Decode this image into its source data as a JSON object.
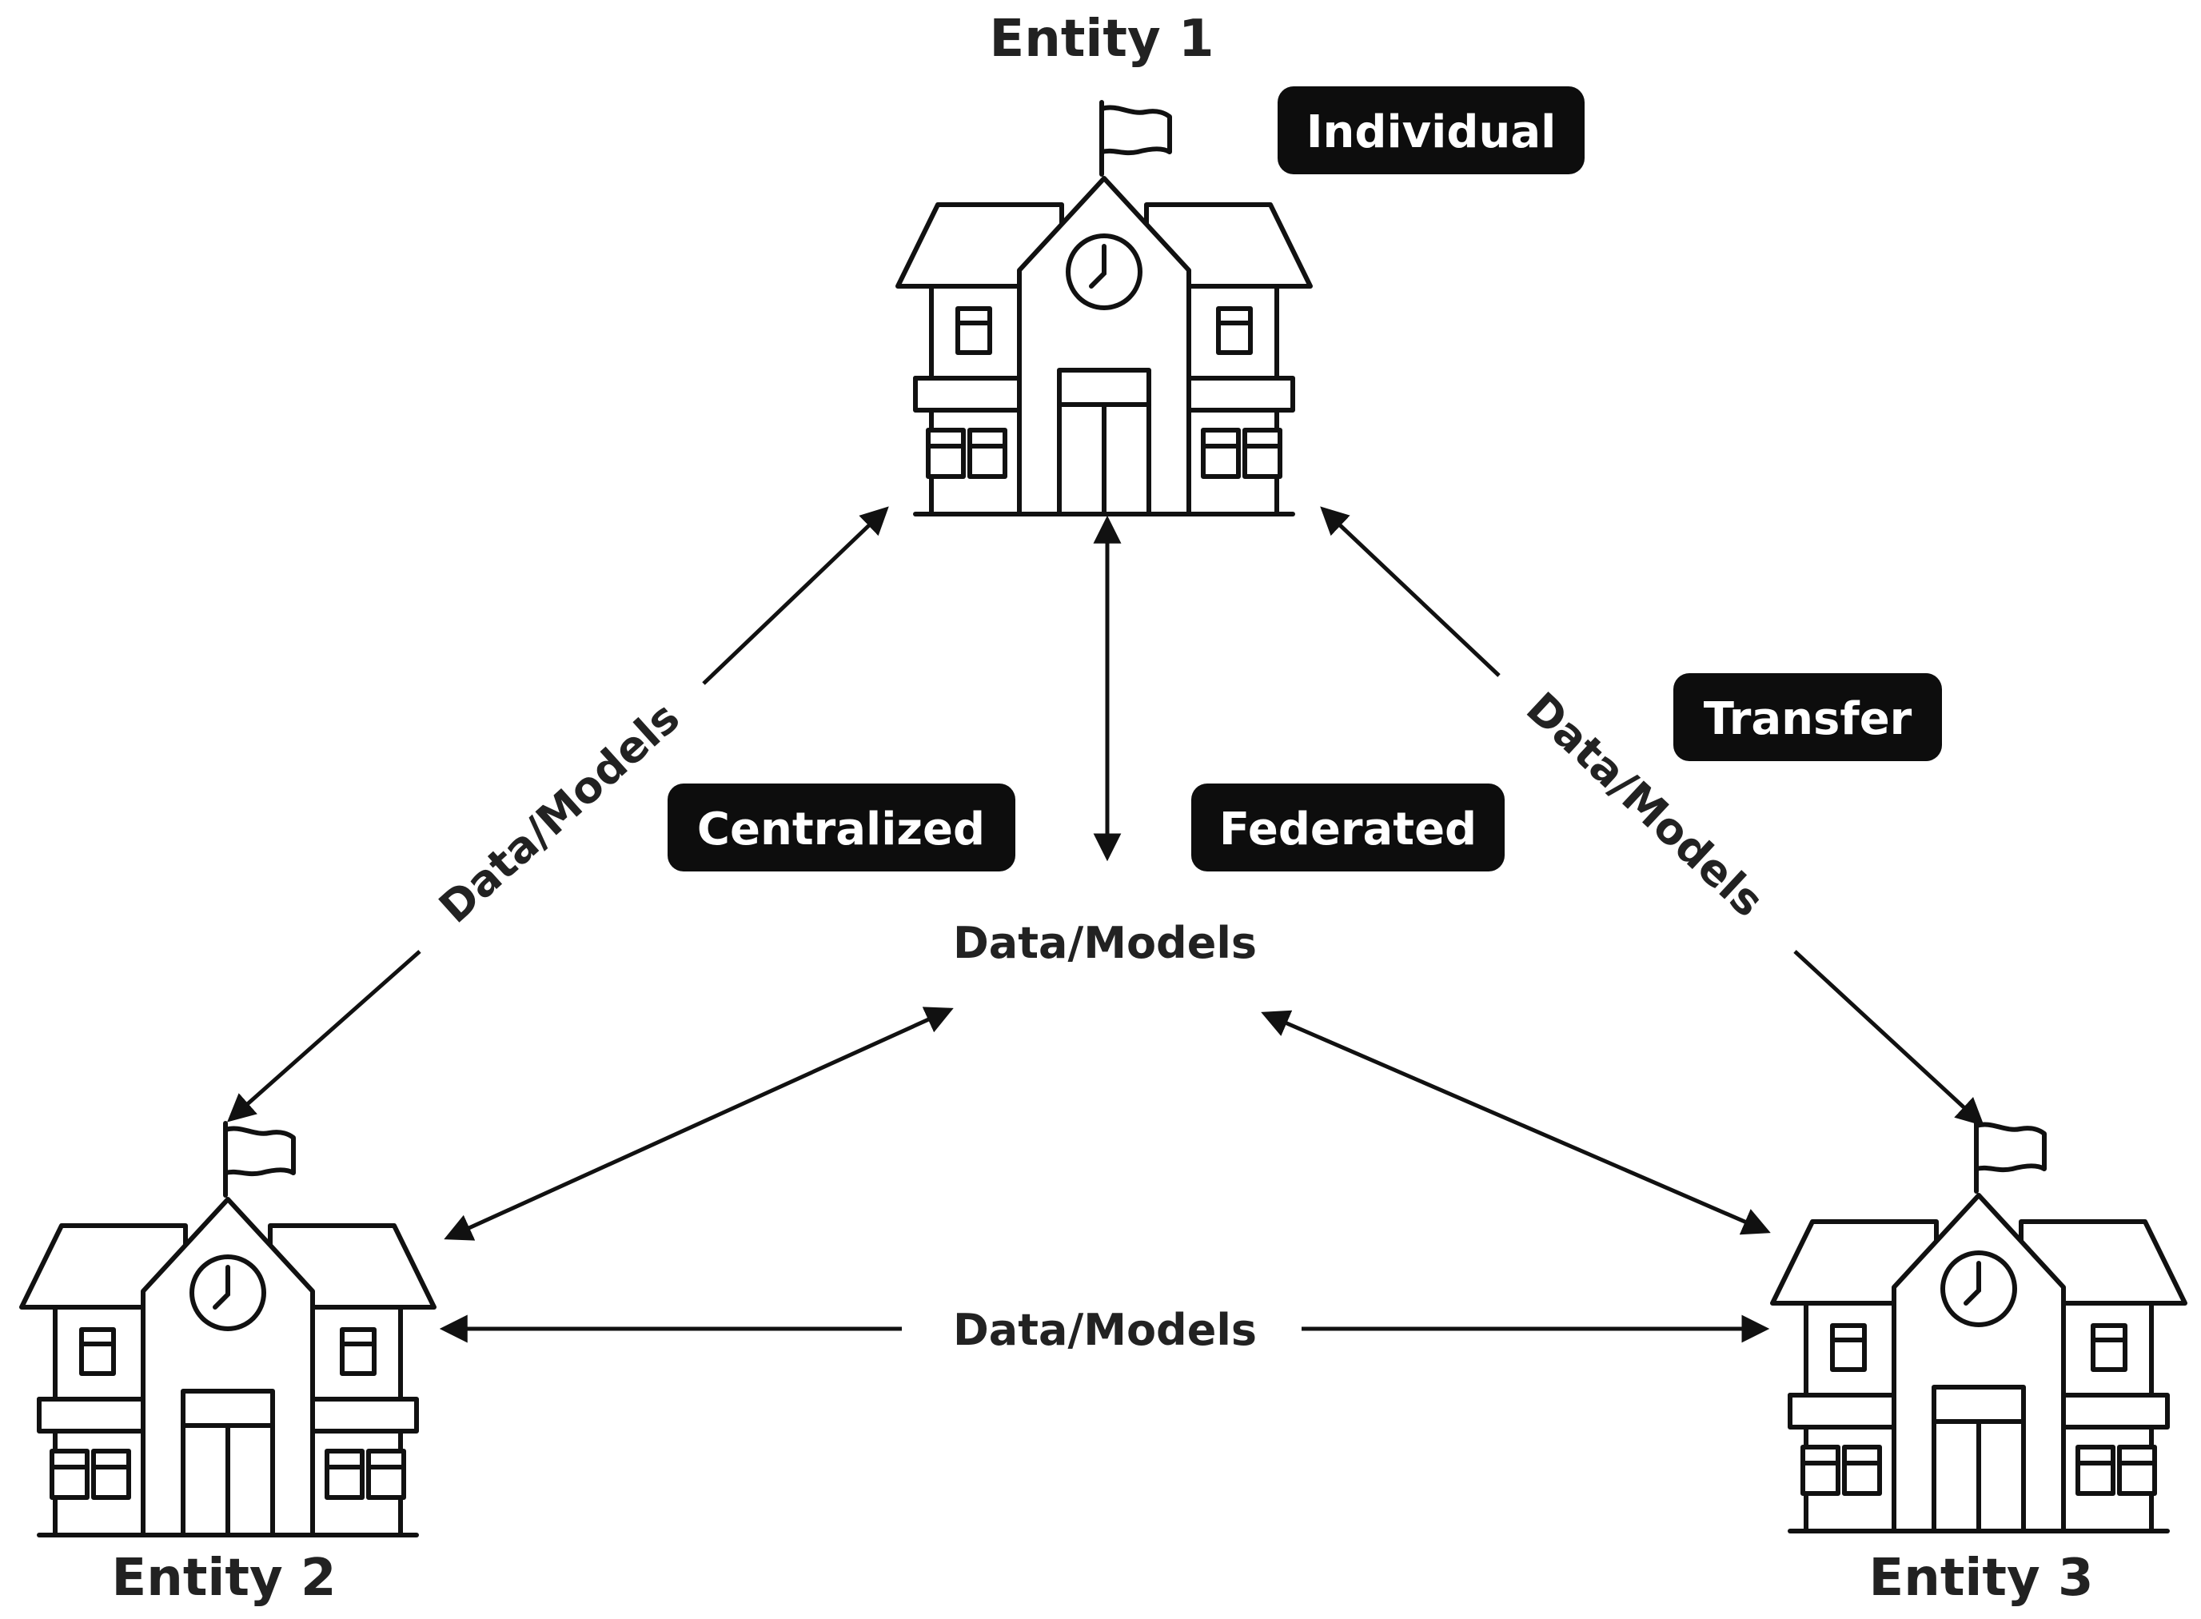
{
  "entities": {
    "entity1": "Entity 1",
    "entity2": "Entity 2",
    "entity3": "Entity 3"
  },
  "badges": {
    "individual": "Individual",
    "transfer": "Transfer",
    "centralized": "Centralized",
    "federated": "Federated"
  },
  "connections": {
    "left_edge": "Data/Models",
    "right_edge": "Data/Models",
    "center": "Data/Models",
    "bottom_edge": "Data/Models"
  },
  "colors": {
    "ink": "#111111",
    "badge_fill": "#0d0d0d",
    "badge_text": "#ffffff",
    "label_text": "#222222"
  },
  "icons": [
    "school-building-icon",
    "flag-icon",
    "clock-icon"
  ]
}
